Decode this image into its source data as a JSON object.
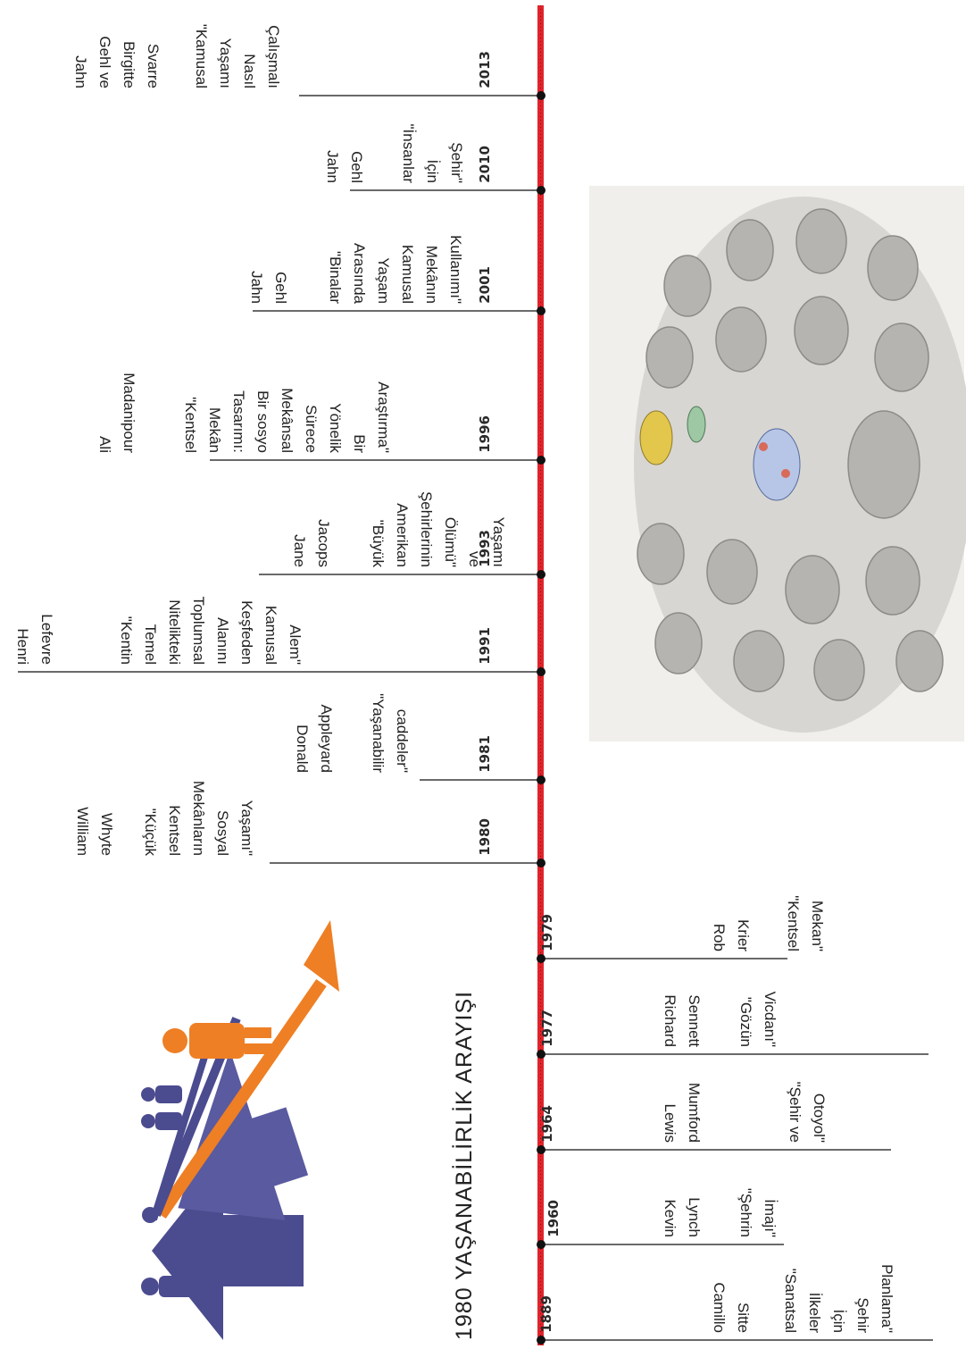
{
  "title": "1980 YAŞANABİLİRLİK ARAYIŞI",
  "colors": {
    "axis": "#e0242c",
    "connector": "#6a6a6a",
    "dot": "#111111",
    "text": "#222222",
    "person_blue": "#4b4b8f",
    "person_orange": "#ee7f24"
  },
  "illustration": {
    "icon": "crowd-of-books-illustration-icon"
  },
  "arrows_graphic": {
    "icon": "people-growth-arrows-icon"
  },
  "events": [
    {
      "year": "1889",
      "author_lines": [
        "Camillo",
        "Sitte"
      ],
      "work_lines": [
        "\"Sanatsal",
        "İlkeler",
        "İçin",
        "Şehir",
        "Planlama\""
      ]
    },
    {
      "year": "1960",
      "author_lines": [
        "Kevin",
        "Lynch"
      ],
      "work_lines": [
        "\"Şehrin",
        "İmajı\""
      ]
    },
    {
      "year": "1964",
      "author_lines": [
        "Lewis",
        "Mumford"
      ],
      "work_lines": [
        "\"Şehir ve",
        "Otoyol\""
      ]
    },
    {
      "year": "1977",
      "author_lines": [
        "Richard",
        "Sennett"
      ],
      "work_lines": [
        "\"Gözün",
        "Vicdanı\""
      ]
    },
    {
      "year": "1979",
      "author_lines": [
        "Rob",
        "Krier"
      ],
      "work_lines": [
        "\"Kentsel",
        "Mekan\""
      ]
    },
    {
      "year": "1980",
      "author_lines": [
        "William",
        "Whyte"
      ],
      "work_lines": [
        "\"Küçük",
        "Kentsel",
        "Mekânların",
        "Sosyal",
        "Yaşamı\""
      ]
    },
    {
      "year": "1981",
      "author_lines": [
        "Donald",
        "Appleyard"
      ],
      "work_lines": [
        "\"Yaşanabilir",
        "caddeler\""
      ]
    },
    {
      "year": "1991",
      "author_lines": [
        "Henri",
        "Lefevre"
      ],
      "work_lines": [
        "\"Kentin",
        "Temel",
        "Nitelikteki",
        "Toplumsal",
        "Alanını",
        "Keşfeden",
        "Kamusal",
        "Alem\""
      ]
    },
    {
      "year": "1993",
      "author_lines": [
        "Jane",
        "Jacops"
      ],
      "work_lines": [
        "\"Büyük",
        "Amerikan",
        "Şehirlerinin",
        "Ölümü\"",
        "ve",
        "Yaşamı"
      ]
    },
    {
      "year": "1996",
      "author_lines": [
        "Ali",
        "Madanipour"
      ],
      "work_lines": [
        "\"Kentsel",
        "Mekân",
        "Tasarımı:",
        "Bir sosyo",
        "Mekânsal",
        "Sürece",
        "Yönelik",
        "Bir",
        "Araştırma\""
      ]
    },
    {
      "year": "2001",
      "author_lines": [
        "Jahn",
        "Gehl"
      ],
      "work_lines": [
        "\"Binalar",
        "Arasında",
        "Yaşam",
        "Kamusal",
        "Mekânın",
        "Kullanımı\""
      ]
    },
    {
      "year": "2010",
      "author_lines": [
        "Jahn",
        "Gehl"
      ],
      "work_lines": [
        "\"İnsanlar",
        "İçin",
        "Şehir\""
      ]
    },
    {
      "year": "2013",
      "author_lines": [
        "Jahn",
        "Gehl ve",
        "Birgitte",
        "Svarre"
      ],
      "work_lines": [
        "\"Kamusal",
        "Yaşamı",
        "Nasıl",
        "Çalışmalı"
      ]
    }
  ]
}
